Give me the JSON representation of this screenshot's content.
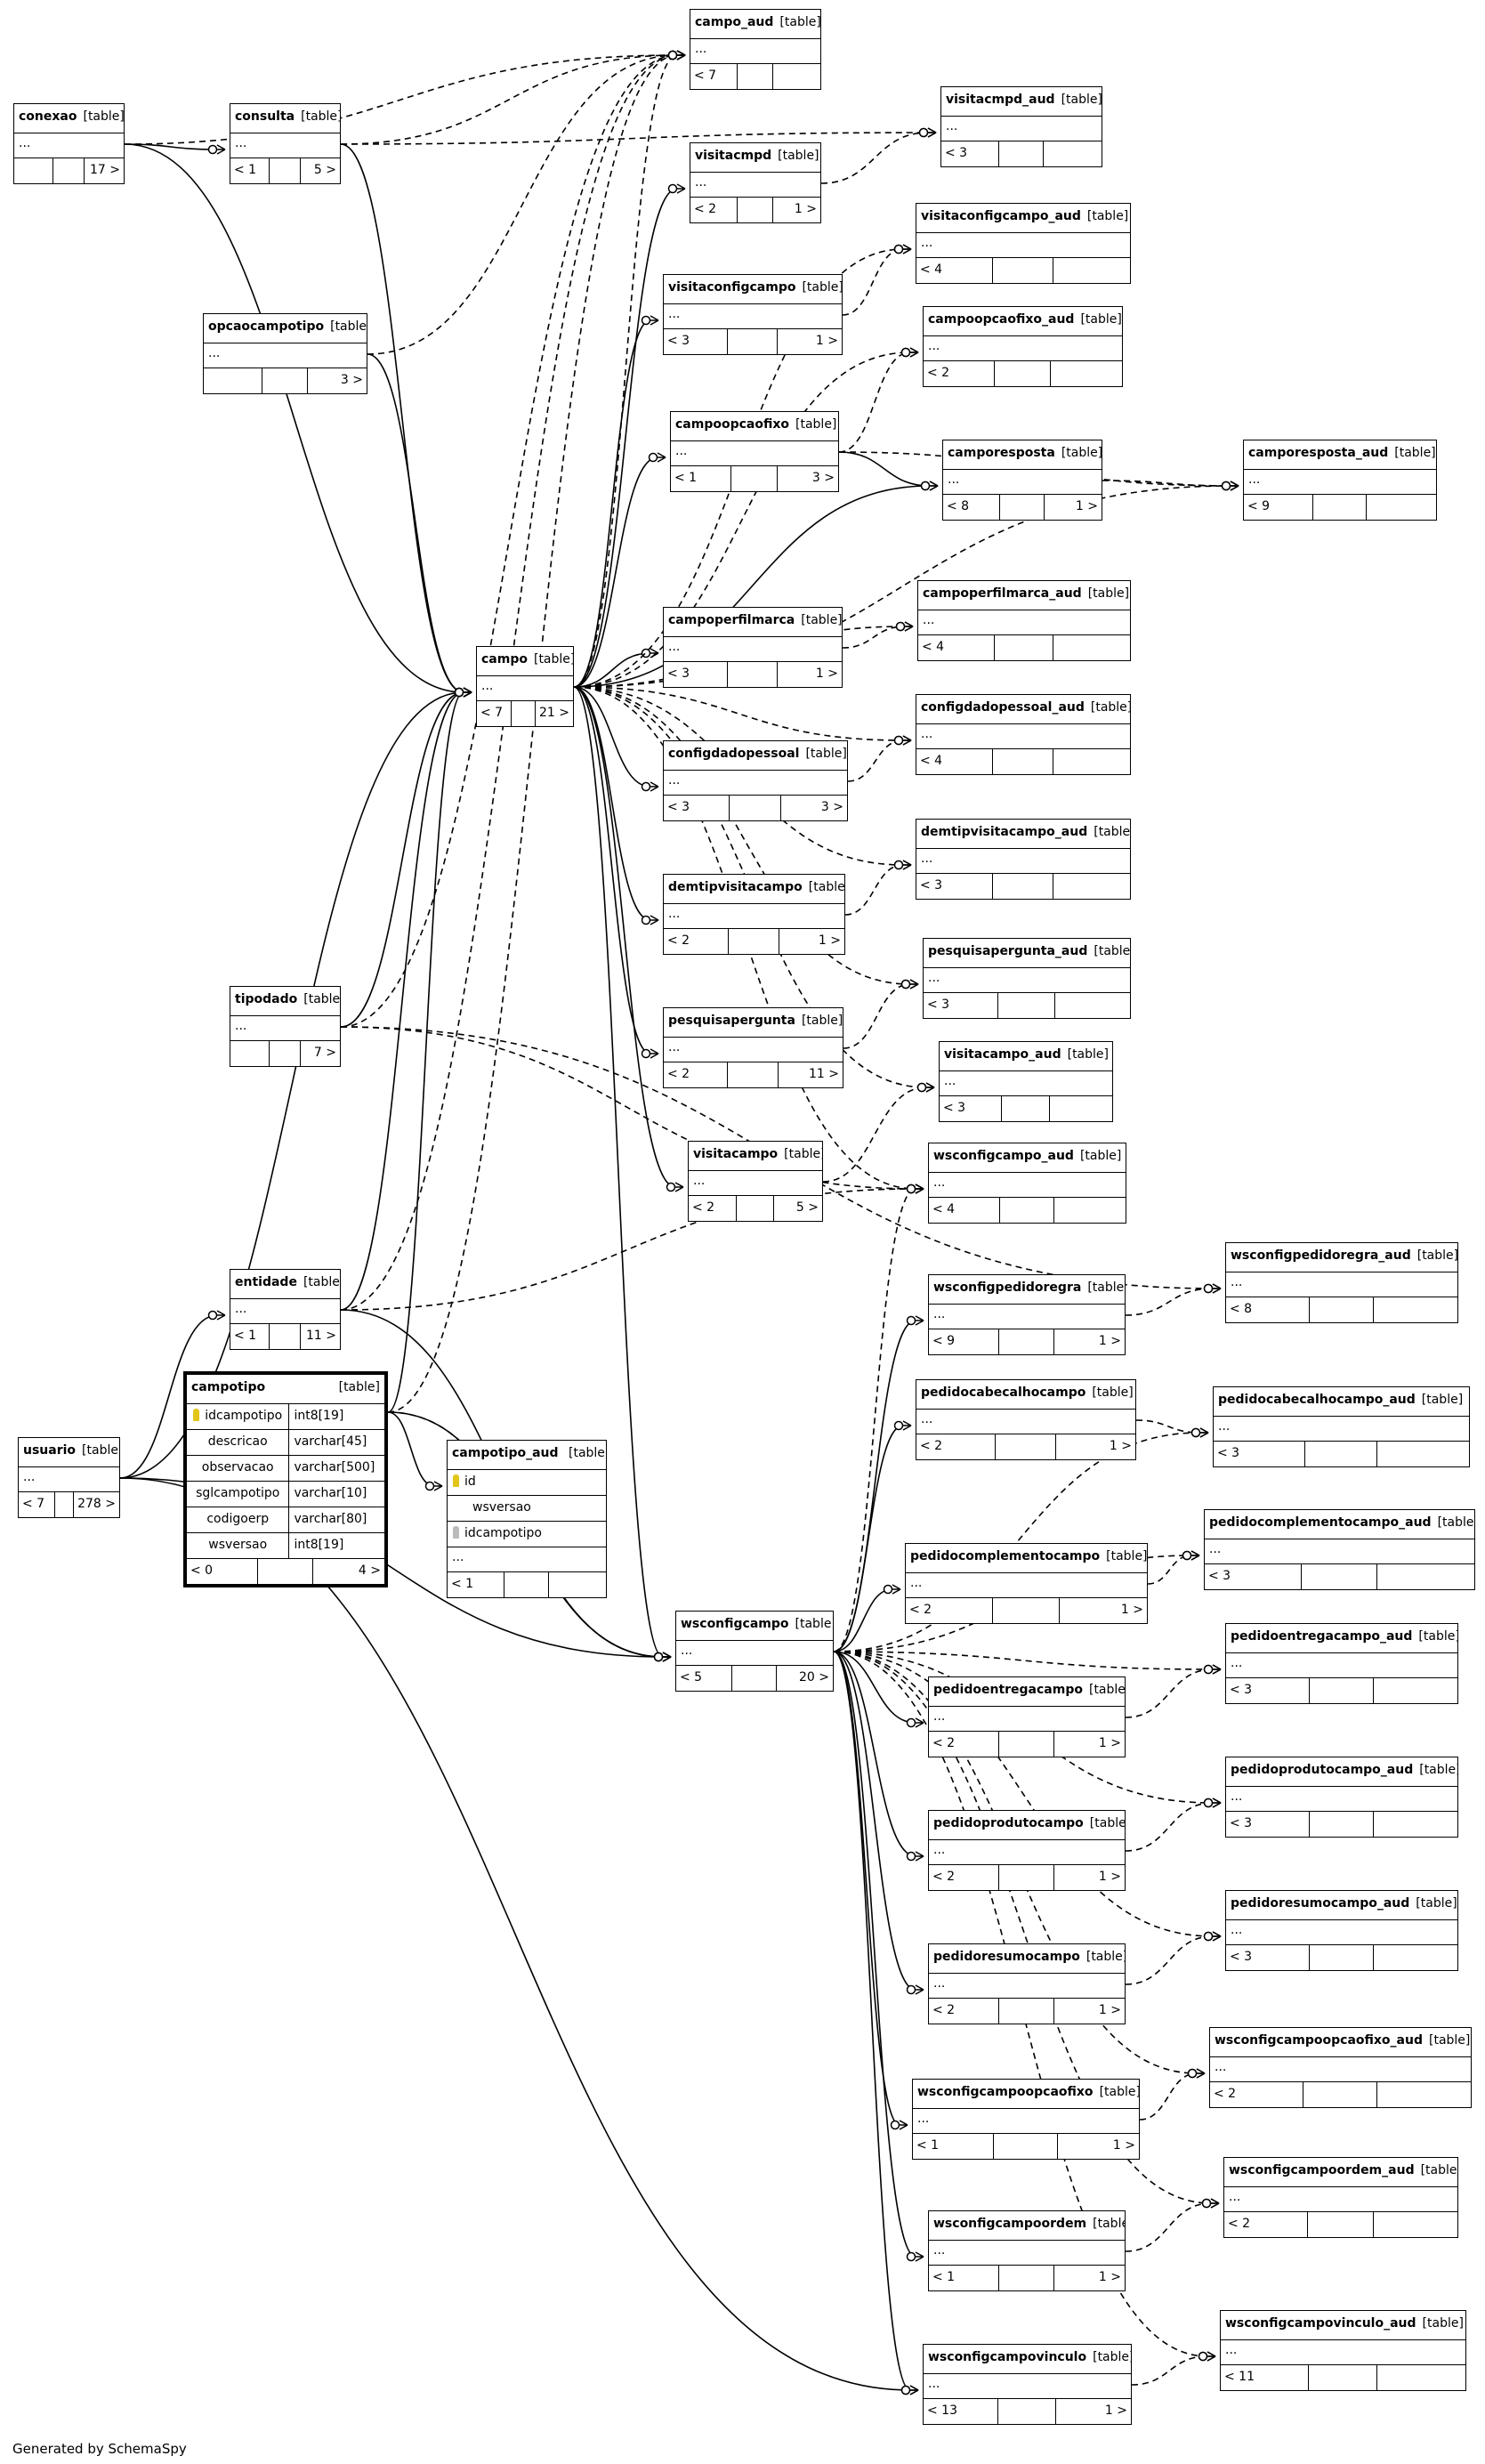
{
  "generator": "Generated by SchemaSpy",
  "table_tag": "[table]",
  "tables": [
    {
      "key": "campo_aud",
      "name": "campo_aud",
      "body": "...",
      "parents": "< 7",
      "children": ""
    },
    {
      "key": "conexao",
      "name": "conexao",
      "body": "...",
      "parents": "",
      "children": "17 >"
    },
    {
      "key": "consulta",
      "name": "consulta",
      "body": "...",
      "parents": "< 1",
      "children": "5 >"
    },
    {
      "key": "visitacmpd_aud",
      "name": "visitacmpd_aud",
      "body": "...",
      "parents": "< 3",
      "children": ""
    },
    {
      "key": "visitacmpd",
      "name": "visitacmpd",
      "body": "...",
      "parents": "< 2",
      "children": "1 >"
    },
    {
      "key": "visitaconfigcampo_aud",
      "name": "visitaconfigcampo_aud",
      "body": "...",
      "parents": "< 4",
      "children": ""
    },
    {
      "key": "visitaconfigcampo",
      "name": "visitaconfigcampo",
      "body": "...",
      "parents": "< 3",
      "children": "1 >"
    },
    {
      "key": "opcaocampotipo",
      "name": "opcaocampotipo",
      "body": "...",
      "parents": "",
      "children": "3 >"
    },
    {
      "key": "campoopcaofixo_aud",
      "name": "campoopcaofixo_aud",
      "body": "...",
      "parents": "< 2",
      "children": ""
    },
    {
      "key": "campoopcaofixo",
      "name": "campoopcaofixo",
      "body": "...",
      "parents": "< 1",
      "children": "3 >"
    },
    {
      "key": "camporesposta",
      "name": "camporesposta",
      "body": "...",
      "parents": "< 8",
      "children": "1 >"
    },
    {
      "key": "camporesposta_aud",
      "name": "camporesposta_aud",
      "body": "...",
      "parents": "< 9",
      "children": ""
    },
    {
      "key": "campoperfilmarca_aud",
      "name": "campoperfilmarca_aud",
      "body": "...",
      "parents": "< 4",
      "children": ""
    },
    {
      "key": "campoperfilmarca",
      "name": "campoperfilmarca",
      "body": "...",
      "parents": "< 3",
      "children": "1 >"
    },
    {
      "key": "campo",
      "name": "campo",
      "body": "...",
      "parents": "< 7",
      "children": "21 >"
    },
    {
      "key": "configdadopessoal_aud",
      "name": "configdadopessoal_aud",
      "body": "...",
      "parents": "< 4",
      "children": ""
    },
    {
      "key": "configdadopessoal",
      "name": "configdadopessoal",
      "body": "...",
      "parents": "< 3",
      "children": "3 >"
    },
    {
      "key": "demtipvisitacampo_aud",
      "name": "demtipvisitacampo_aud",
      "body": "...",
      "parents": "< 3",
      "children": ""
    },
    {
      "key": "demtipvisitacampo",
      "name": "demtipvisitacampo",
      "body": "...",
      "parents": "< 2",
      "children": "1 >"
    },
    {
      "key": "pesquisapergunta_aud",
      "name": "pesquisapergunta_aud",
      "body": "...",
      "parents": "< 3",
      "children": ""
    },
    {
      "key": "pesquisapergunta",
      "name": "pesquisapergunta",
      "body": "...",
      "parents": "< 2",
      "children": "11 >"
    },
    {
      "key": "tipodado",
      "name": "tipodado",
      "body": "...",
      "parents": "",
      "children": "7 >"
    },
    {
      "key": "visitacampo_aud",
      "name": "visitacampo_aud",
      "body": "...",
      "parents": "< 3",
      "children": ""
    },
    {
      "key": "visitacampo",
      "name": "visitacampo",
      "body": "...",
      "parents": "< 2",
      "children": "5 >"
    },
    {
      "key": "wsconfigcampo_aud",
      "name": "wsconfigcampo_aud",
      "body": "...",
      "parents": "< 4",
      "children": ""
    },
    {
      "key": "wsconfigpedidoregra_aud",
      "name": "wsconfigpedidoregra_aud",
      "body": "...",
      "parents": "< 8",
      "children": ""
    },
    {
      "key": "entidade",
      "name": "entidade",
      "body": "...",
      "parents": "< 1",
      "children": "11 >"
    },
    {
      "key": "wsconfigpedidoregra",
      "name": "wsconfigpedidoregra",
      "body": "...",
      "parents": "< 9",
      "children": "1 >"
    },
    {
      "key": "pedidocabecalhocampo",
      "name": "pedidocabecalhocampo",
      "body": "...",
      "parents": "< 2",
      "children": "1 >"
    },
    {
      "key": "pedidocabecalhocampo_aud",
      "name": "pedidocabecalhocampo_aud",
      "body": "...",
      "parents": "< 3",
      "children": ""
    },
    {
      "key": "usuario",
      "name": "usuario",
      "body": "...",
      "parents": "< 7",
      "children": "278 >"
    },
    {
      "key": "pedidocomplementocampo_aud",
      "name": "pedidocomplementocampo_aud",
      "body": "...",
      "parents": "< 3",
      "children": ""
    },
    {
      "key": "pedidocomplementocampo",
      "name": "pedidocomplementocampo",
      "body": "...",
      "parents": "< 2",
      "children": "1 >"
    },
    {
      "key": "wsconfigcampo",
      "name": "wsconfigcampo",
      "body": "...",
      "parents": "< 5",
      "children": "20 >"
    },
    {
      "key": "pedidoentregacampo_aud",
      "name": "pedidoentregacampo_aud",
      "body": "...",
      "parents": "< 3",
      "children": ""
    },
    {
      "key": "pedidoentregacampo",
      "name": "pedidoentregacampo",
      "body": "...",
      "parents": "< 2",
      "children": "1 >"
    },
    {
      "key": "pedidoprodutocampo_aud",
      "name": "pedidoprodutocampo_aud",
      "body": "...",
      "parents": "< 3",
      "children": ""
    },
    {
      "key": "pedidoprodutocampo",
      "name": "pedidoprodutocampo",
      "body": "...",
      "parents": "< 2",
      "children": "1 >"
    },
    {
      "key": "pedidoresumocampo_aud",
      "name": "pedidoresumocampo_aud",
      "body": "...",
      "parents": "< 3",
      "children": ""
    },
    {
      "key": "pedidoresumocampo",
      "name": "pedidoresumocampo",
      "body": "...",
      "parents": "< 2",
      "children": "1 >"
    },
    {
      "key": "wsconfigcampoopcaofixo_aud",
      "name": "wsconfigcampoopcaofixo_aud",
      "body": "...",
      "parents": "< 2",
      "children": ""
    },
    {
      "key": "wsconfigcampoopcaofixo",
      "name": "wsconfigcampoopcaofixo",
      "body": "...",
      "parents": "< 1",
      "children": "1 >"
    },
    {
      "key": "wsconfigcampoordem_aud",
      "name": "wsconfigcampoordem_aud",
      "body": "...",
      "parents": "< 2",
      "children": ""
    },
    {
      "key": "wsconfigcampoordem",
      "name": "wsconfigcampoordem",
      "body": "...",
      "parents": "< 1",
      "children": "1 >"
    },
    {
      "key": "wsconfigcampovinculo_aud",
      "name": "wsconfigcampovinculo_aud",
      "body": "...",
      "parents": "< 11",
      "children": ""
    },
    {
      "key": "wsconfigcampovinculo",
      "name": "wsconfigcampovinculo",
      "body": "...",
      "parents": "< 13",
      "children": "1 >"
    }
  ],
  "campotipo": {
    "name": "campotipo",
    "tag": "[table]",
    "columns": [
      {
        "name": "idcampotipo",
        "type": "int8[19]",
        "pk": true
      },
      {
        "name": "descricao",
        "type": "varchar[45]"
      },
      {
        "name": "observacao",
        "type": "varchar[500]"
      },
      {
        "name": "sglcampotipo",
        "type": "varchar[10]"
      },
      {
        "name": "codigoerp",
        "type": "varchar[80]"
      },
      {
        "name": "wsversao",
        "type": "int8[19]"
      }
    ],
    "parents": "< 0",
    "children": "4 >"
  },
  "campotipo_aud": {
    "name": "campotipo_aud",
    "tag": "[table]",
    "columns": [
      {
        "name": "id",
        "pk": true
      },
      {
        "name": "wsversao"
      },
      {
        "name": "idcampotipo",
        "fk": true
      }
    ],
    "body": "...",
    "parents": "< 1",
    "children": ""
  }
}
